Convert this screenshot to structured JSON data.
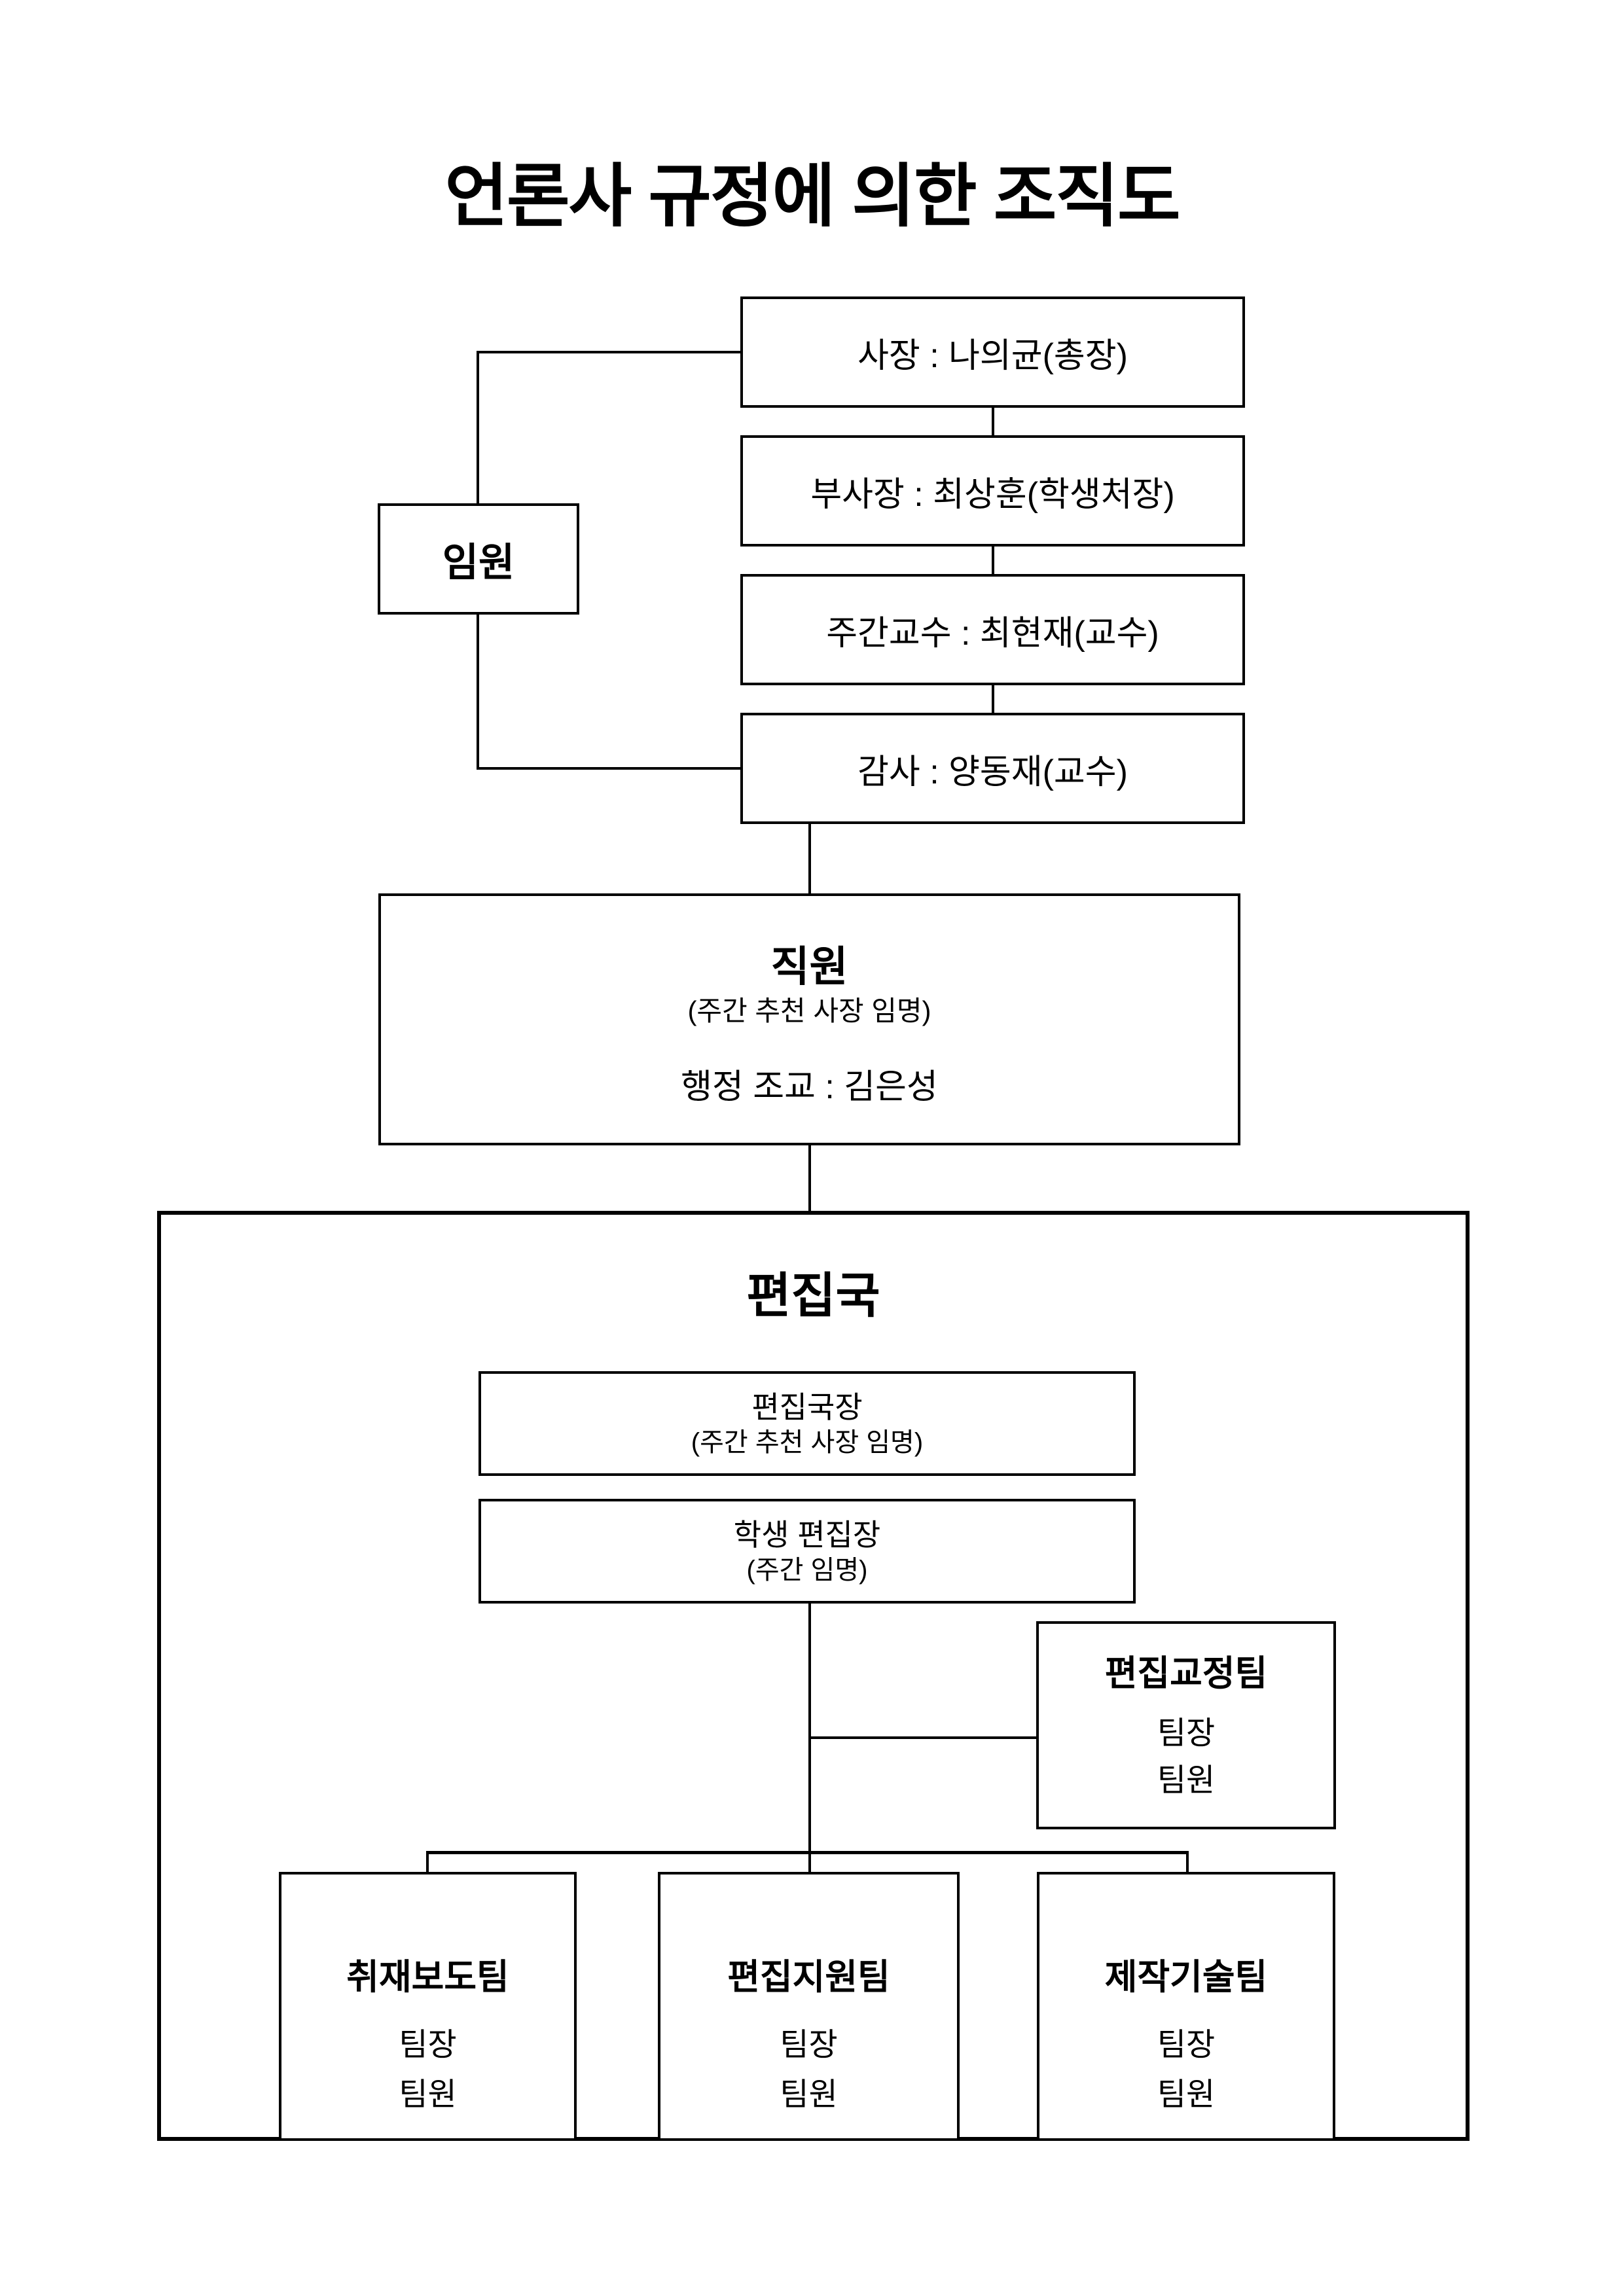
{
  "title": "언론사 규정에 의한 조직도",
  "colors": {
    "line": "#000000",
    "background": "#ffffff",
    "text": "#000000"
  },
  "executives": {
    "label": "임원",
    "president": "사장 : 나의균(총장)",
    "vice_president": "부사장 : 최상훈(학생처장)",
    "weekly_professor": "주간교수 : 최현재(교수)",
    "auditor": "감사 : 양동재(교수)"
  },
  "staff": {
    "label": "직원",
    "appointment_note": "(주간 추천 사장 임명)",
    "member": "행정 조교 : 김은성"
  },
  "editorial_bureau": {
    "label": "편집국",
    "bureau_chief": {
      "title": "편집국장",
      "appointment_note": "(주간 추천 사장 임명)"
    },
    "student_editor": {
      "title": "학생 편집장",
      "appointment_note": "(주간 임명)"
    },
    "teams": [
      {
        "name": "편집교정팀",
        "leader": "팀장",
        "member": "팀원"
      },
      {
        "name": "취재보도팀",
        "leader": "팀장",
        "member": "팀원"
      },
      {
        "name": "편집지원팀",
        "leader": "팀장",
        "member": "팀원"
      },
      {
        "name": "제작기술팀",
        "leader": "팀장",
        "member": "팀원"
      }
    ]
  }
}
